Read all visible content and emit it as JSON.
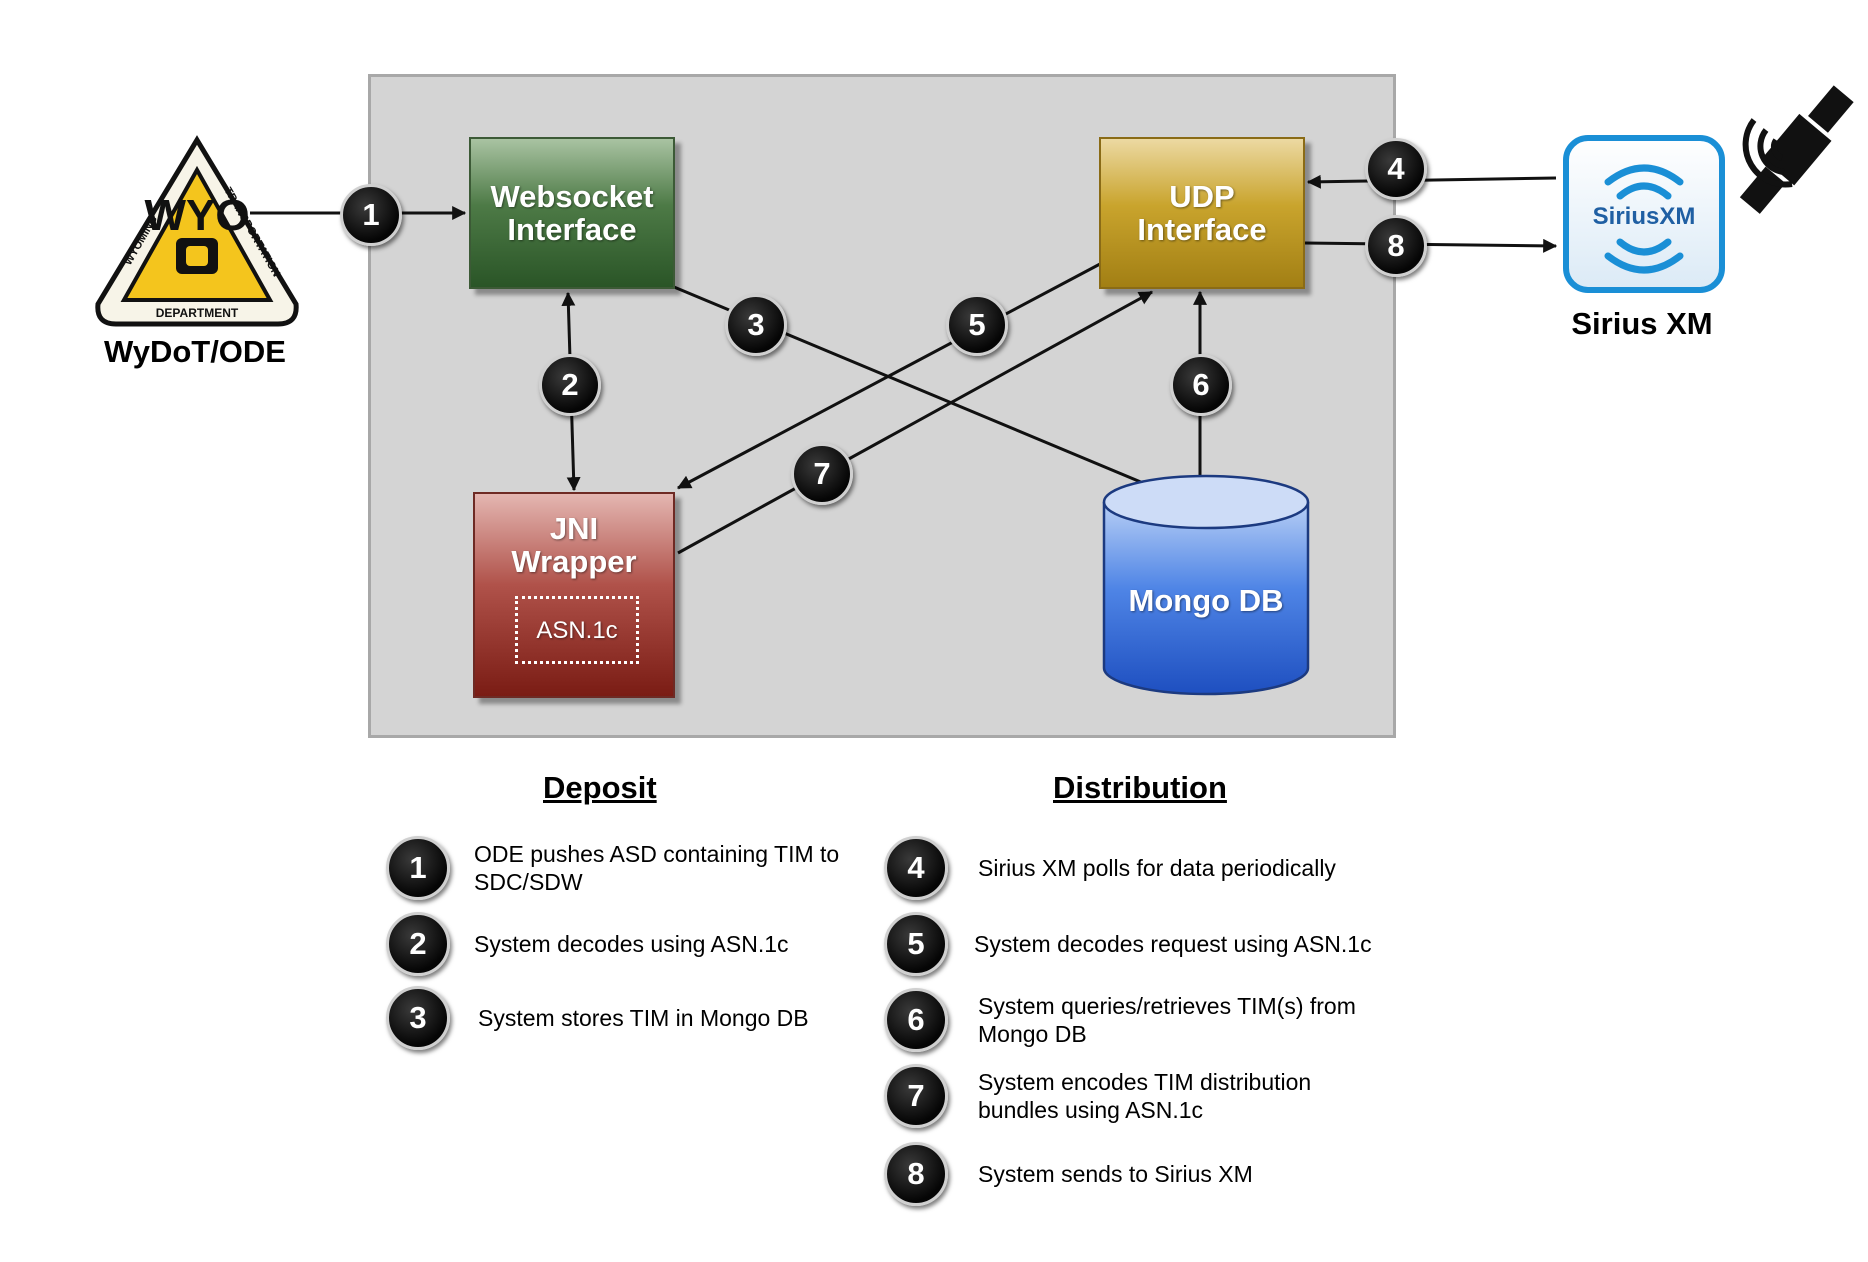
{
  "external": {
    "wydot_label": "WyDoT/ODE",
    "wydot_logo": {
      "top_left_text": "WYOMING",
      "top_right_text": "TRANSPORTATION",
      "bottom_text": "DEPARTMENT",
      "letters": "WYO",
      "colors": {
        "fill": "#f4c51d",
        "outline": "#111111"
      }
    },
    "sirius_label": "Sirius XM",
    "sirius_logo_text": "SiriusXM",
    "satellite_icon": "satellite-dish-icon"
  },
  "components": {
    "websocket": {
      "label": "Websocket\nInterface"
    },
    "udp": {
      "label": "UDP\nInterface"
    },
    "jni": {
      "label": "JNI\nWrapper",
      "inner_label": "ASN.1c"
    },
    "mongo": {
      "label": "Mongo DB"
    }
  },
  "flow_steps": [
    "1",
    "2",
    "3",
    "4",
    "5",
    "6",
    "7",
    "8"
  ],
  "legend": {
    "deposit_heading": "Deposit",
    "distribution_heading": "Distribution",
    "deposit": [
      {
        "num": "1",
        "text": "ODE pushes ASD containing TIM to\nSDC/SDW"
      },
      {
        "num": "2",
        "text": "System decodes using ASN.1c"
      },
      {
        "num": "3",
        "text": "System stores TIM in Mongo DB"
      }
    ],
    "distribution": [
      {
        "num": "4",
        "text": "Sirius XM polls for data periodically"
      },
      {
        "num": "5",
        "text": "System decodes request using ASN.1c"
      },
      {
        "num": "6",
        "text": "System queries/retrieves TIM(s) from\nMongo DB"
      },
      {
        "num": "7",
        "text": "System encodes TIM distribution\nbundles using ASN.1c"
      },
      {
        "num": "8",
        "text": "System sends to Sirius XM"
      }
    ]
  },
  "colors": {
    "websocket": "#4d7a46",
    "udp": "#c9a42d",
    "jni": "#b0524a",
    "mongo": "#3a6fd8",
    "panel": "#d4d4d4",
    "sirius_blue": "#1a8fd6"
  }
}
